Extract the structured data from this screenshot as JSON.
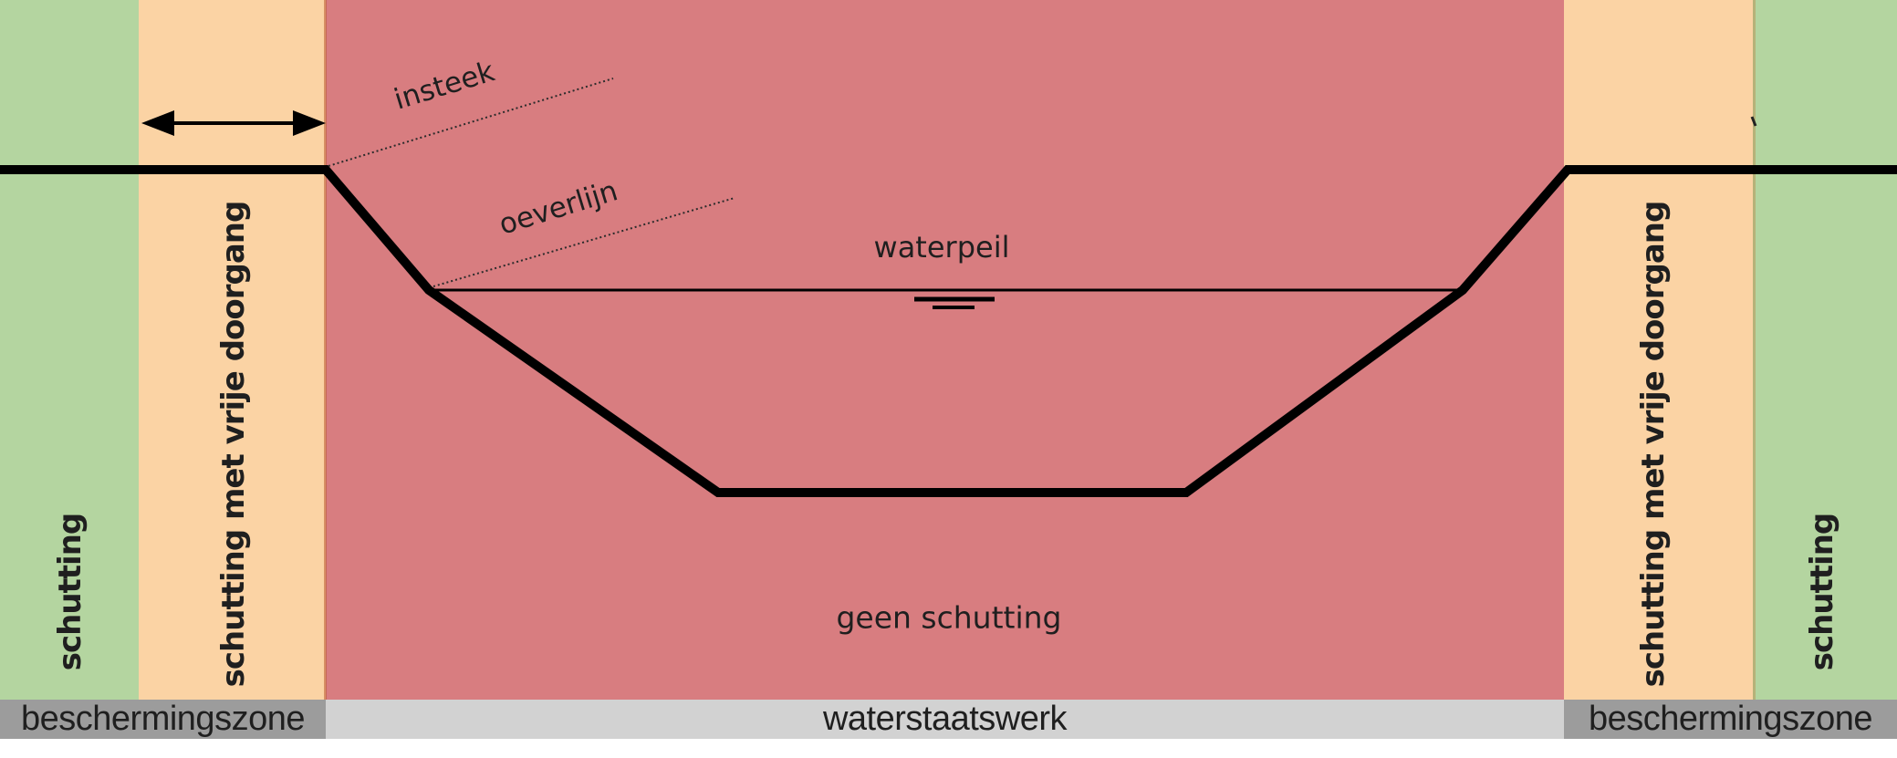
{
  "diagram": {
    "zones": {
      "left_outer": {
        "label": "schutting"
      },
      "left_inner": {
        "label": "schutting met vrije doorgang"
      },
      "center": {
        "label": "geen schutting"
      },
      "right_inner": {
        "label": "schutting met vrije doorgang"
      },
      "right_outer": {
        "label": "schutting"
      }
    },
    "bottom_bars": {
      "left": {
        "label": "beschermingszone"
      },
      "center": {
        "label": "waterstaatswerk"
      },
      "right": {
        "label": "beschermingszone"
      }
    },
    "annotations": {
      "insteek": "insteek",
      "oeverlijn": "oeverlijn",
      "waterpeil": "waterpeil"
    },
    "icons": {
      "width_arrow": "double-headed-horizontal-arrow",
      "water_level": "water-surface-symbol"
    },
    "colors": {
      "zone_green": "#b4d5a0",
      "zone_orange": "#fbd3a4",
      "zone_red": "#d87d80",
      "bar_dark_gray": "#9c9c9c",
      "bar_light_gray": "#d2d2d2",
      "outline_black": "#000000",
      "text_dark": "#1f1f1f"
    }
  }
}
